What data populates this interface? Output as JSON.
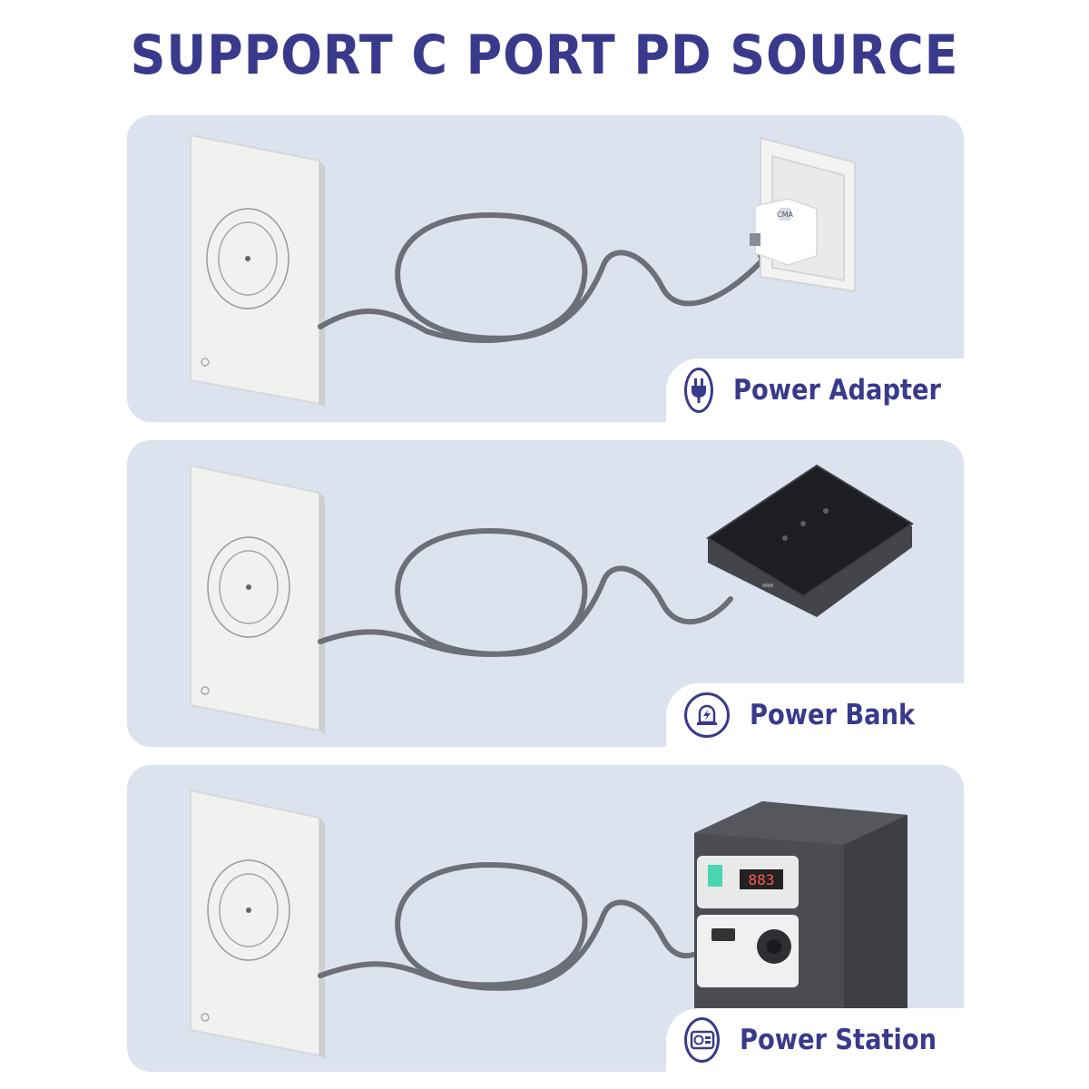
{
  "title": "SUPPORT C PORT PD SOURCE",
  "panels": [
    {
      "label": "Power Adapter",
      "icon": "plug-icon"
    },
    {
      "label": "Power Bank",
      "icon": "power-bank-icon"
    },
    {
      "label": "Power Station",
      "icon": "power-station-icon"
    }
  ],
  "device_text": {
    "adapter_logo": "CMA",
    "station_display": "883"
  },
  "colors": {
    "title": "#3a3a8c",
    "panel_bg": "#dde2ef",
    "cable": "#6c6e78"
  }
}
